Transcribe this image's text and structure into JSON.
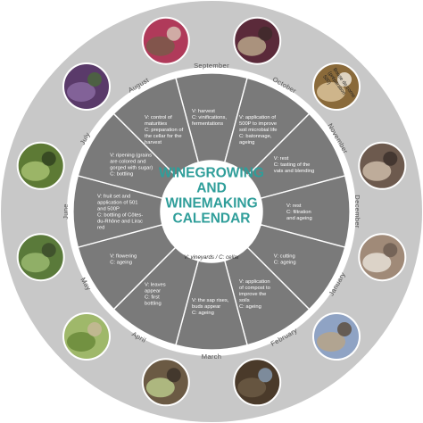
{
  "title_lines": [
    "WINEGROWING",
    "AND",
    "WINEMAKING",
    "CALENDAR"
  ],
  "legend": "V: vineyards / C: cellar",
  "colors": {
    "outer_ring": "#c8c8c8",
    "segment": "#7a7a7a",
    "segment_divider": "#ffffff",
    "center_fill": "#ffffff",
    "title": "#2f9e9a"
  },
  "photo_caption": [
    "Bouse de corne",
    "(préparation",
    "500)"
  ],
  "months": [
    "September",
    "October",
    "November",
    "December",
    "January",
    "February",
    "March",
    "April",
    "May",
    "June",
    "July",
    "August"
  ],
  "segments": [
    [
      "V: harvest",
      "C: vinifications,",
      "fermentations"
    ],
    [
      "V: application of",
      "500P to improve",
      "soil microbial life",
      "C: batonnage,",
      "ageing"
    ],
    [
      "V: rest",
      "C: tasting of the",
      "vats and blending"
    ],
    [
      "V: rest",
      "C: filtration",
      "and ageing"
    ],
    [
      "V: cutting",
      "C: ageing"
    ],
    [
      "V: application",
      "of compost to",
      "improve the",
      "soils",
      "C: ageing"
    ],
    [
      "V: the sap rises,",
      "buds appear",
      "C: ageing"
    ],
    [
      "V: leaves",
      "appear",
      "C: first",
      "bottling"
    ],
    [
      "V: flowering",
      "C: ageing"
    ],
    [
      "V: fruit set and",
      "application of 501",
      "and 500P",
      "C: bottling of Côtes-",
      "du-Rhône and Lirac",
      "red"
    ],
    [
      "V: ripening (grains",
      "are colored and",
      "gorged with sugar)",
      "C: bottling"
    ],
    [
      "V: control of",
      "maturities",
      "C: preparation of",
      "the cellar for the",
      "harvest"
    ]
  ],
  "photo_icons": [
    "grape-harvest-photo-icon",
    "cow-horn-photo-icon",
    "barrel-tasting-photo-icon",
    "cellar-corridor-photo-icon",
    "pruned-vineyard-photo-icon",
    "compost-photo-icon",
    "bud-photo-icon",
    "young-leaves-photo-icon",
    "flowering-vine-photo-icon",
    "fruit-set-photo-icon",
    "ripening-grapes-photo-icon",
    "picked-grapes-photo-icon"
  ]
}
